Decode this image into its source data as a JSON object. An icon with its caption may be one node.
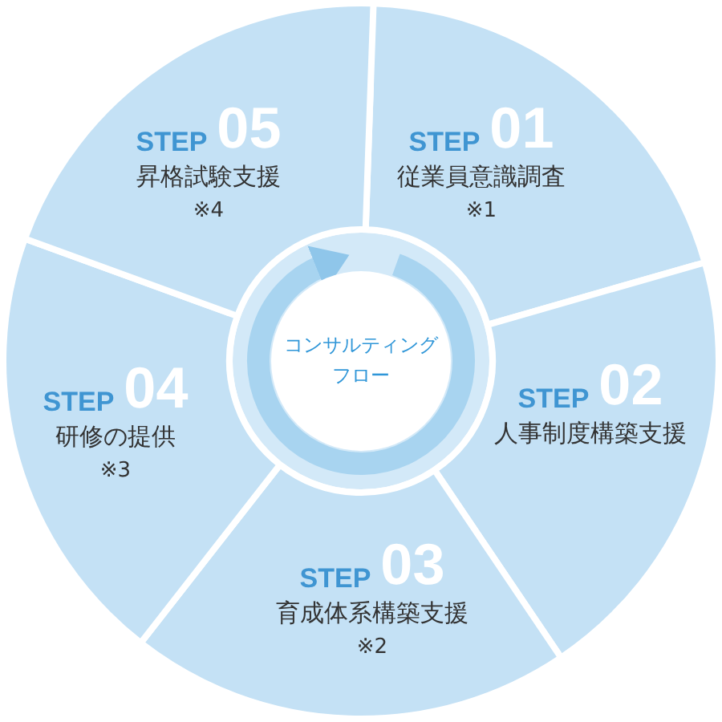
{
  "diagram": {
    "nodes": [
      {
        "text": [
          "STEP",
          "01",
          "従業員意識調査",
          "※1"
        ]
      },
      {
        "text": [
          "STEP",
          "02",
          "人事制度構築支援"
        ]
      },
      {
        "text": [
          "STEP",
          "03",
          "育成体系構築支援",
          "※2"
        ]
      },
      {
        "text": [
          "STEP",
          "04",
          "研修の提供",
          "※3"
        ]
      },
      {
        "text": [
          "STEP",
          "05",
          "昇格試験支援",
          "※4"
        ]
      },
      {
        "text": [
          "コンサルティングフロー"
        ]
      }
    ],
    "edges": [
      {
        "from": 5,
        "to": 5,
        "arrow": "to"
      }
    ]
  }
}
